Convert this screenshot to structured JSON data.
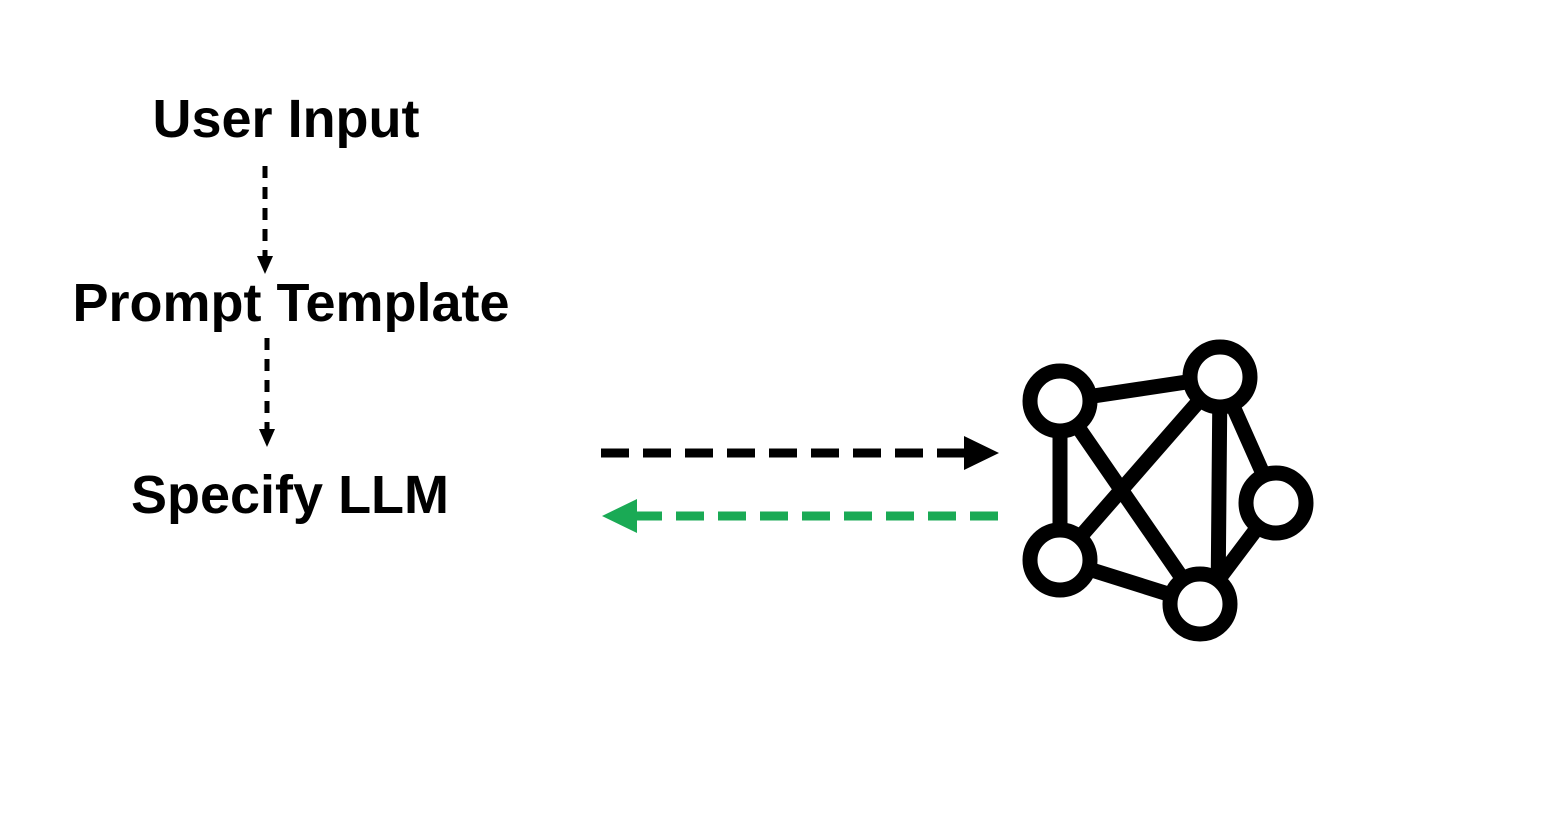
{
  "flow": {
    "steps": [
      {
        "label": "User Input"
      },
      {
        "label": "Prompt Template"
      },
      {
        "label": "Specify LLM"
      }
    ]
  },
  "colors": {
    "text": "#000000",
    "request_arrow": "#000000",
    "response_arrow": "#1aaa55",
    "background": "#ffffff"
  },
  "icons": {
    "model": "neural-network-icon"
  }
}
